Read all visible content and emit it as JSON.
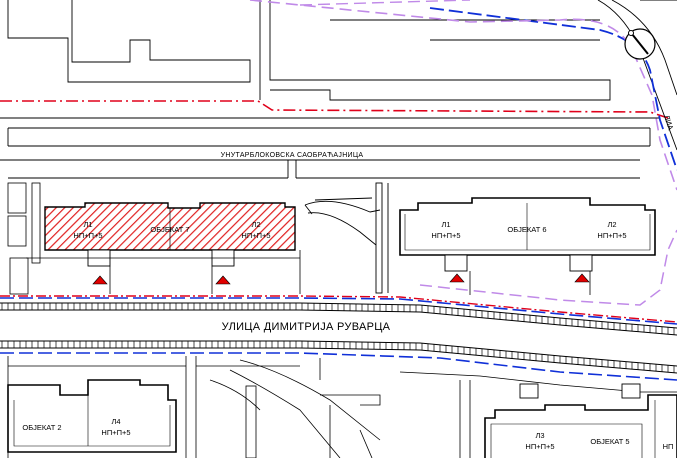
{
  "labels": {
    "service_road": "УНУТАРБЛОКОВСКА САОБРАЋАЈНИЦА",
    "main_street": "УЛИЦА ДИМИТРИЈА РУВАРЦА",
    "side_street_fragment": "ЛИА",
    "objekat7": {
      "name": "ОБЈЕКАТ 7",
      "l1": "Л1",
      "l2": "Л2",
      "floors": "НП+П+5"
    },
    "objekat6": {
      "name": "ОБЈЕКАТ 6",
      "l1": "Л1",
      "l2": "Л2",
      "floors": "НП+П+5"
    },
    "objekat2": {
      "name": "ОБЈЕКАТ 2",
      "l4": "Л4",
      "floors": "НП+П+5"
    },
    "objekat5": {
      "name": "ОБЈЕКАТ 5",
      "l3": "Л3",
      "floors": "НП+П+5",
      "cut_label": "НП"
    }
  },
  "colors": {
    "background": "#ffffff",
    "linework": "#000000",
    "regulation_line_red": "#e0001a",
    "boundary_blue": "#1030d8",
    "boundary_violet": "#c08ae8",
    "highlight_hatch": "#e02020",
    "entrance_marker": "#e00000"
  },
  "legend_semantics": {
    "hatched_object": "objekat7",
    "icons": [
      "entrance-marker-icon",
      "north-arrow-icon"
    ]
  }
}
